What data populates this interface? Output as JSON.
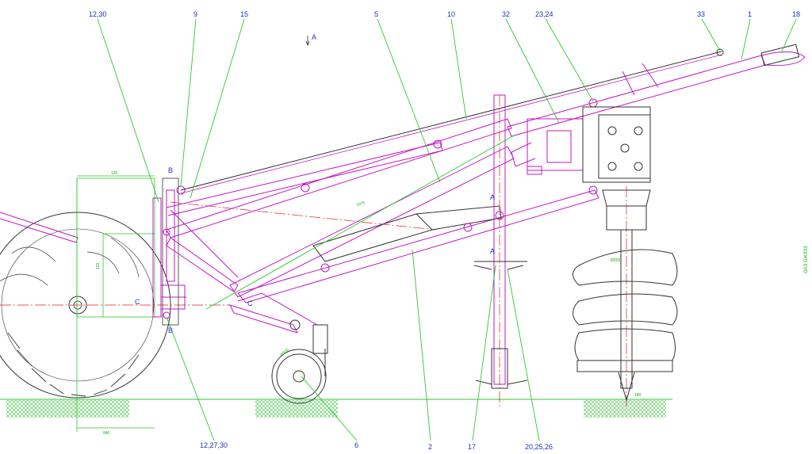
{
  "callouts": [
    {
      "id": "c-12-30",
      "label": "12,30"
    },
    {
      "id": "c-9",
      "label": "9"
    },
    {
      "id": "c-15",
      "label": "15"
    },
    {
      "id": "c-5",
      "label": "5"
    },
    {
      "id": "c-10",
      "label": "10"
    },
    {
      "id": "c-32",
      "label": "32"
    },
    {
      "id": "c-23-24",
      "label": "23,24"
    },
    {
      "id": "c-33",
      "label": "33"
    },
    {
      "id": "c-1",
      "label": "1"
    },
    {
      "id": "c-18",
      "label": "18"
    },
    {
      "id": "c-12-27-30",
      "label": "12,27,30"
    },
    {
      "id": "c-6",
      "label": "6"
    },
    {
      "id": "c-2",
      "label": "2"
    },
    {
      "id": "c-17",
      "label": "17"
    },
    {
      "id": "c-20-25-26",
      "label": "20,25,26"
    }
  ],
  "section_markers": {
    "a": "A",
    "b": "B",
    "c": "C"
  },
  "dimensions": {
    "top_width": "120",
    "frame_height": "120",
    "bottom_width": "840",
    "auger_diameter": "Ø200",
    "auger_tip": "180",
    "wheel_dia": "Ø300",
    "arm_length": "1070"
  },
  "side_note": "ОАЗ ОЖЗЗЗ",
  "colors": {
    "callout_text": "#1f2fbf",
    "leader_line": "#2ec92e",
    "mechanism": "#c218c2",
    "axis_line": "#e02020",
    "ground_hatch": "#3cbf3c",
    "outline": "#333333"
  }
}
